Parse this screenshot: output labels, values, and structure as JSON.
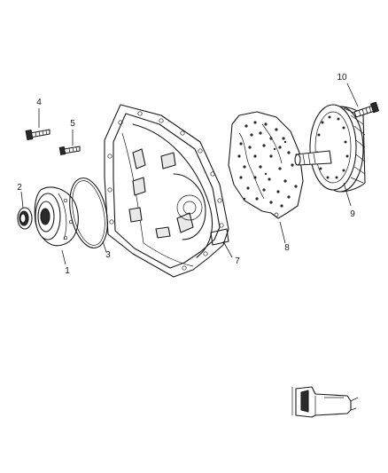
{
  "callouts": [
    {
      "id": "1",
      "label": "1"
    },
    {
      "id": "2",
      "label": "2"
    },
    {
      "id": "3",
      "label": "3"
    },
    {
      "id": "4",
      "label": "4"
    },
    {
      "id": "5",
      "label": "5"
    },
    {
      "id": "7",
      "label": "7"
    },
    {
      "id": "8",
      "label": "8"
    },
    {
      "id": "9",
      "label": "9"
    },
    {
      "id": "10",
      "label": "10"
    }
  ]
}
